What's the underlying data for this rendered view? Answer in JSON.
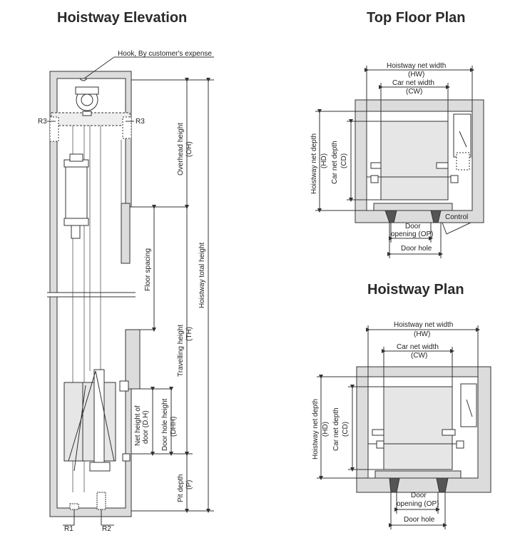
{
  "titles": {
    "elevation": "Hoistway Elevation",
    "top_floor": "Top Floor Plan",
    "hoistway_plan": "Hoistway Plan"
  },
  "elevation": {
    "hook": "Hook, By customer's expense",
    "r3_left": "R3",
    "r3_right": "R3",
    "r1": "R1",
    "r2": "R2",
    "overhead": "Overhead height",
    "overhead_abbr": "(OH)",
    "total": "Hoistway total height",
    "travel": "Travelling height",
    "travel_abbr": "(TH)",
    "floor_spacing": "Floor spacing",
    "net_door": "Net height of",
    "net_door_2": "door (D.H)",
    "door_hole_h": "Door hole height",
    "door_hole_h_abbr": "(DHH)",
    "pit": "Pit depth",
    "pit_abbr": "(P)"
  },
  "top_plan": {
    "hw": "Hoistway net width",
    "hw_abbr": "(HW)",
    "cw": "Car net width",
    "cw_abbr": "(CW)",
    "hd": "Hoistway net depth",
    "hd_abbr": "(HD)",
    "cd": "Car net depth",
    "cd_abbr": "(CD)",
    "door": "Door",
    "opening": "opening (OP)",
    "door_hole": "Door hole",
    "control": "Control"
  },
  "plan": {
    "hw": "Hoistway net width",
    "hw_abbr": "(HW)",
    "cw": "Car net width",
    "cw_abbr": "(CW)",
    "hd": "Hoistway net depth",
    "hd_abbr": "(HD)",
    "cd": "Car net depth",
    "cd_abbr": "(CD)",
    "door": "Door",
    "opening": "opening (OP)",
    "door_hole": "Door hole"
  },
  "colors": {
    "wall": "#dcdcdc",
    "line": "#333333",
    "car": "#e6e6e6"
  }
}
